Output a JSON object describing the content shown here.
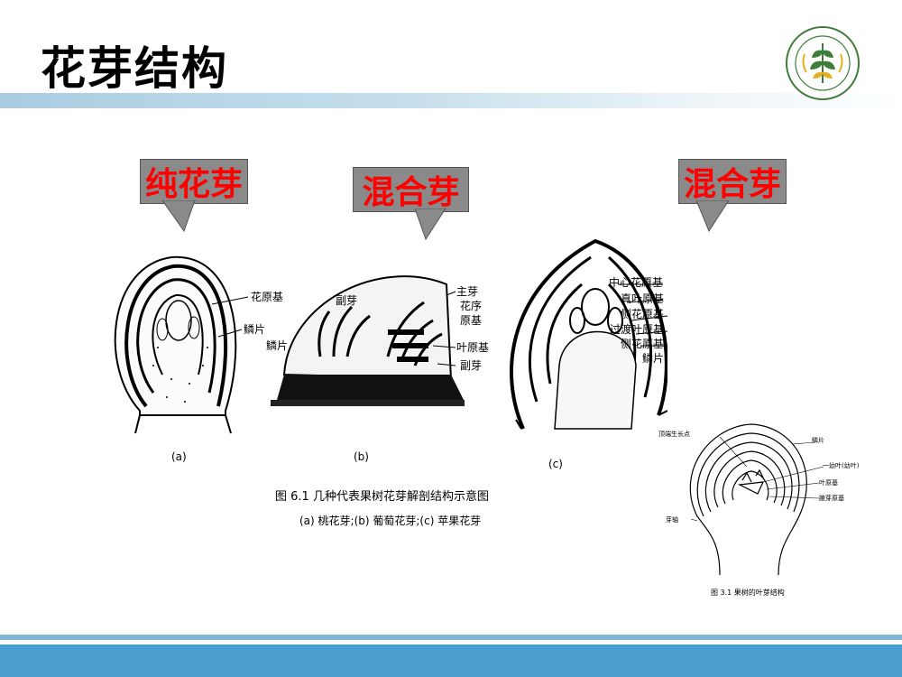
{
  "slide": {
    "title": "花芽结构"
  },
  "callouts": [
    {
      "label": "纯花芽"
    },
    {
      "label": "混合芽"
    },
    {
      "label": "混合芽"
    }
  ],
  "figure_main": {
    "labels_a": [
      "花原基",
      "鳞片"
    ],
    "labels_b": [
      "副芽",
      "鳞片",
      "主芽",
      "花序",
      "原基",
      "叶原基",
      "副芽"
    ],
    "labels_c": [
      "中心花原基",
      "真叶原基",
      "侧花原基",
      "过渡叶原基",
      "侧花原基",
      "鳞片"
    ],
    "panel_tags": [
      "(a)",
      "(b)",
      "(c)"
    ],
    "caption": "图 6.1   几种代表果树花芽解剖结构示意图",
    "subcaption": "(a) 桃花芽;(b) 葡萄花芽;(c) 苹果花芽"
  },
  "figure_small": {
    "labels": [
      "顶端生长点",
      "鳞片",
      "一幼叶(幼叶)",
      "叶原基",
      "腋芽原基",
      "芽轴"
    ],
    "caption": "图 3.1  果树的叶芽结构"
  },
  "colors": {
    "callout_text": "#ff0000",
    "callout_bg": "#8a8a8a",
    "bar_light": "#7fb7d8",
    "bar_dark": "#4b9fd0"
  }
}
